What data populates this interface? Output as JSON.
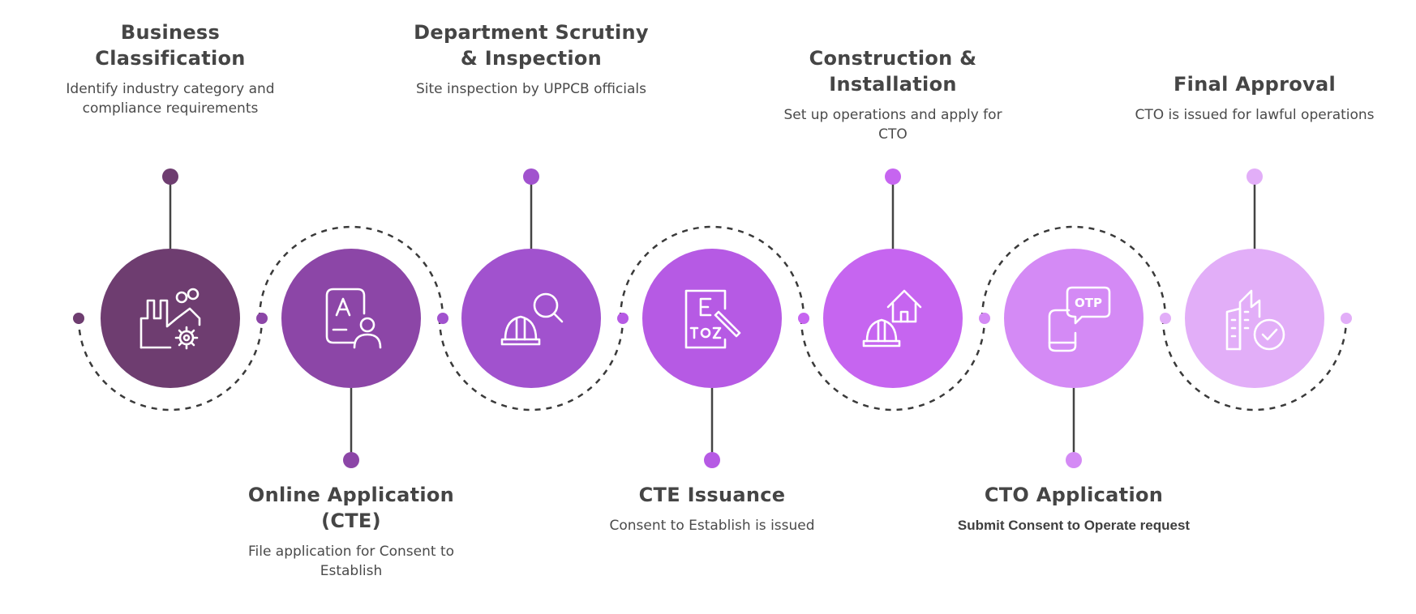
{
  "colors": {
    "connector": "#444444",
    "dashed_arc": "#3a3a3a",
    "icon_stroke": "#ffffff"
  },
  "steps": [
    {
      "title": "Business Classification",
      "description": "Identify industry category and compliance requirements",
      "color": "#6e3d70",
      "icon": "factory-gear-icon",
      "position": "top"
    },
    {
      "title": "Online Application (CTE)",
      "description": "File application for Consent to Establish",
      "color": "#8c46a7",
      "icon": "document-user-icon",
      "position": "bottom"
    },
    {
      "title": "Department Scrutiny & Inspection",
      "description": "Site inspection by UPPCB officials",
      "color": "#a152ce",
      "icon": "helmet-search-icon",
      "position": "top"
    },
    {
      "title": "CTE Issuance",
      "description": "Consent to Establish is issued",
      "color": "#b65ae4",
      "icon": "eye-chart-icon",
      "position": "bottom"
    },
    {
      "title": "Construction & Installation",
      "description": "Set up operations and apply for CTO",
      "color": "#c665f0",
      "icon": "helmet-house-icon",
      "position": "top"
    },
    {
      "title": "CTO Application",
      "description": "Submit Consent to Operate request",
      "color": "#d48af5",
      "icon": "phone-otp-icon",
      "position": "bottom"
    },
    {
      "title": "Final Approval",
      "description": "CTO is issued for lawful operations",
      "color": "#e2aef8",
      "icon": "building-check-icon",
      "position": "top"
    }
  ]
}
